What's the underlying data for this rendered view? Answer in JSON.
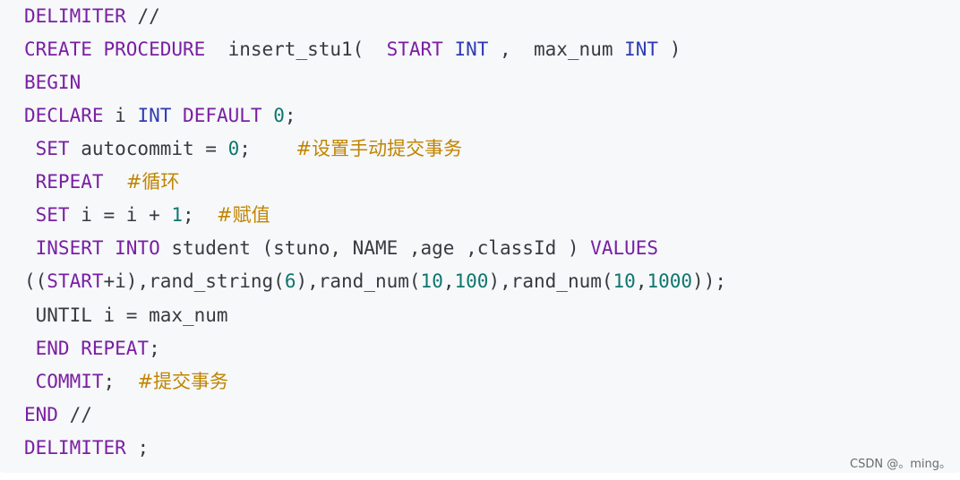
{
  "code": {
    "lines": [
      [
        {
          "t": "DELIMITER",
          "c": "kw-dark"
        },
        {
          "t": " //",
          "c": "txt"
        }
      ],
      [
        {
          "t": "CREATE PROCEDURE",
          "c": "kw-dark"
        },
        {
          "t": "  insert_stu1(  ",
          "c": "txt"
        },
        {
          "t": "START",
          "c": "kw-dark"
        },
        {
          "t": " ",
          "c": "txt"
        },
        {
          "t": "INT",
          "c": "kw-blue"
        },
        {
          "t": " ,  max_num ",
          "c": "txt"
        },
        {
          "t": "INT",
          "c": "kw-blue"
        },
        {
          "t": " )",
          "c": "txt"
        }
      ],
      [
        {
          "t": "BEGIN",
          "c": "kw-dark"
        }
      ],
      [
        {
          "t": "DECLARE",
          "c": "kw-dark"
        },
        {
          "t": " i ",
          "c": "txt"
        },
        {
          "t": "INT",
          "c": "kw-blue"
        },
        {
          "t": " ",
          "c": "txt"
        },
        {
          "t": "DEFAULT",
          "c": "kw-dark"
        },
        {
          "t": " ",
          "c": "txt"
        },
        {
          "t": "0",
          "c": "num"
        },
        {
          "t": ";",
          "c": "txt"
        }
      ],
      [
        {
          "t": " SET",
          "c": "kw-dark"
        },
        {
          "t": " autocommit = ",
          "c": "txt"
        },
        {
          "t": "0",
          "c": "num"
        },
        {
          "t": ";    ",
          "c": "txt"
        },
        {
          "t": "#设置手动提交事务",
          "c": "cmt"
        }
      ],
      [
        {
          "t": " REPEAT",
          "c": "kw-dark"
        },
        {
          "t": "  ",
          "c": "txt"
        },
        {
          "t": "#循环",
          "c": "cmt"
        }
      ],
      [
        {
          "t": " SET",
          "c": "kw-dark"
        },
        {
          "t": " i = i + ",
          "c": "txt"
        },
        {
          "t": "1",
          "c": "num"
        },
        {
          "t": ";  ",
          "c": "txt"
        },
        {
          "t": "#赋值",
          "c": "cmt"
        }
      ],
      [
        {
          "t": " INSERT INTO",
          "c": "kw-dark"
        },
        {
          "t": " student (stuno, ",
          "c": "txt"
        },
        {
          "t": "NAME",
          "c": "txt"
        },
        {
          "t": " ,age ,classId ) ",
          "c": "txt"
        },
        {
          "t": "VALUES",
          "c": "kw-dark"
        }
      ],
      [
        {
          "t": "((",
          "c": "txt"
        },
        {
          "t": "START",
          "c": "kw-dark"
        },
        {
          "t": "+i),rand_string(",
          "c": "txt"
        },
        {
          "t": "6",
          "c": "num"
        },
        {
          "t": "),rand_num(",
          "c": "txt"
        },
        {
          "t": "10",
          "c": "num"
        },
        {
          "t": ",",
          "c": "txt"
        },
        {
          "t": "100",
          "c": "num"
        },
        {
          "t": "),rand_num(",
          "c": "txt"
        },
        {
          "t": "10",
          "c": "num"
        },
        {
          "t": ",",
          "c": "txt"
        },
        {
          "t": "1000",
          "c": "num"
        },
        {
          "t": "));",
          "c": "txt"
        }
      ],
      [
        {
          "t": " UNTIL",
          "c": "txt"
        },
        {
          "t": " i = max_num",
          "c": "txt"
        }
      ],
      [
        {
          "t": " END REPEAT",
          "c": "kw-dark"
        },
        {
          "t": ";",
          "c": "txt"
        }
      ],
      [
        {
          "t": " COMMIT",
          "c": "kw-dark"
        },
        {
          "t": ";  ",
          "c": "txt"
        },
        {
          "t": "#提交事务",
          "c": "cmt"
        }
      ],
      [
        {
          "t": "END",
          "c": "kw-dark"
        },
        {
          "t": " //",
          "c": "txt"
        }
      ],
      [
        {
          "t": "DELIMITER",
          "c": "kw-dark"
        },
        {
          "t": " ;",
          "c": "txt"
        }
      ]
    ]
  },
  "watermark": "CSDN @。ming。",
  "colors": {
    "background": "#f6f8fa",
    "keyword": "#7a1fa2",
    "type": "#2f3bb4",
    "number": "#0f766e",
    "comment": "#c18401",
    "text": "#383a42"
  }
}
